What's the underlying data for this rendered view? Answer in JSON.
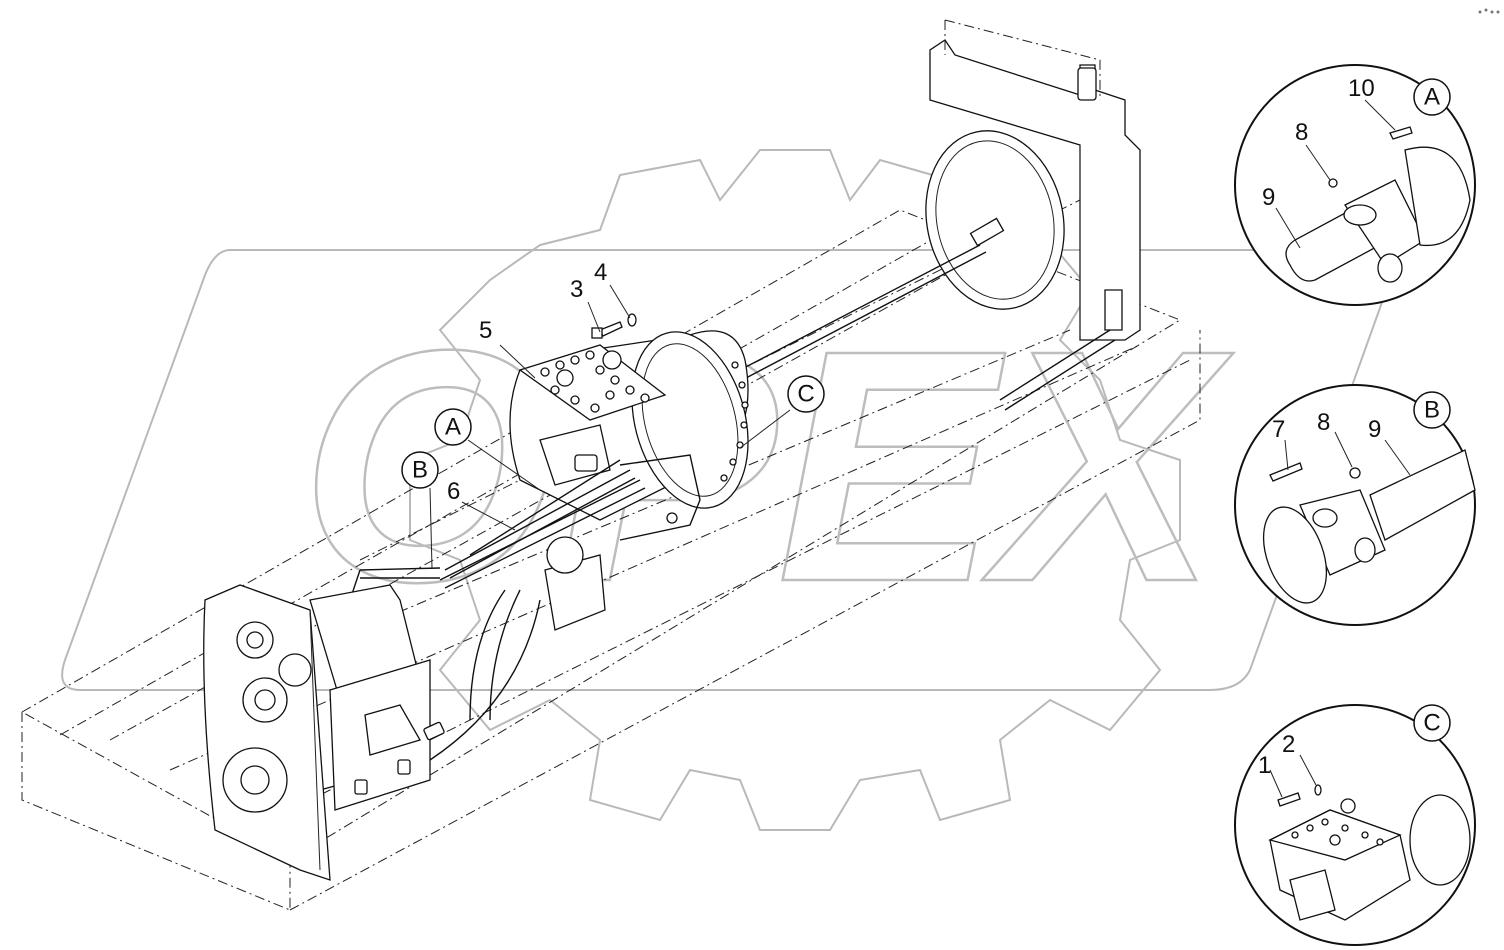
{
  "watermark": {
    "text": "OPEX"
  },
  "callouts": {
    "c1": "1",
    "c2": "2",
    "c3": "3",
    "c4": "4",
    "c5": "5",
    "c6": "6",
    "c7": "7",
    "c8a": "8",
    "c8b": "8",
    "c9a": "9",
    "c9b": "9",
    "c10": "10"
  },
  "detail_refs": {
    "main_a": "A",
    "main_b": "B",
    "main_c": "C",
    "detail_a": "A",
    "detail_b": "B",
    "detail_c": "C"
  }
}
